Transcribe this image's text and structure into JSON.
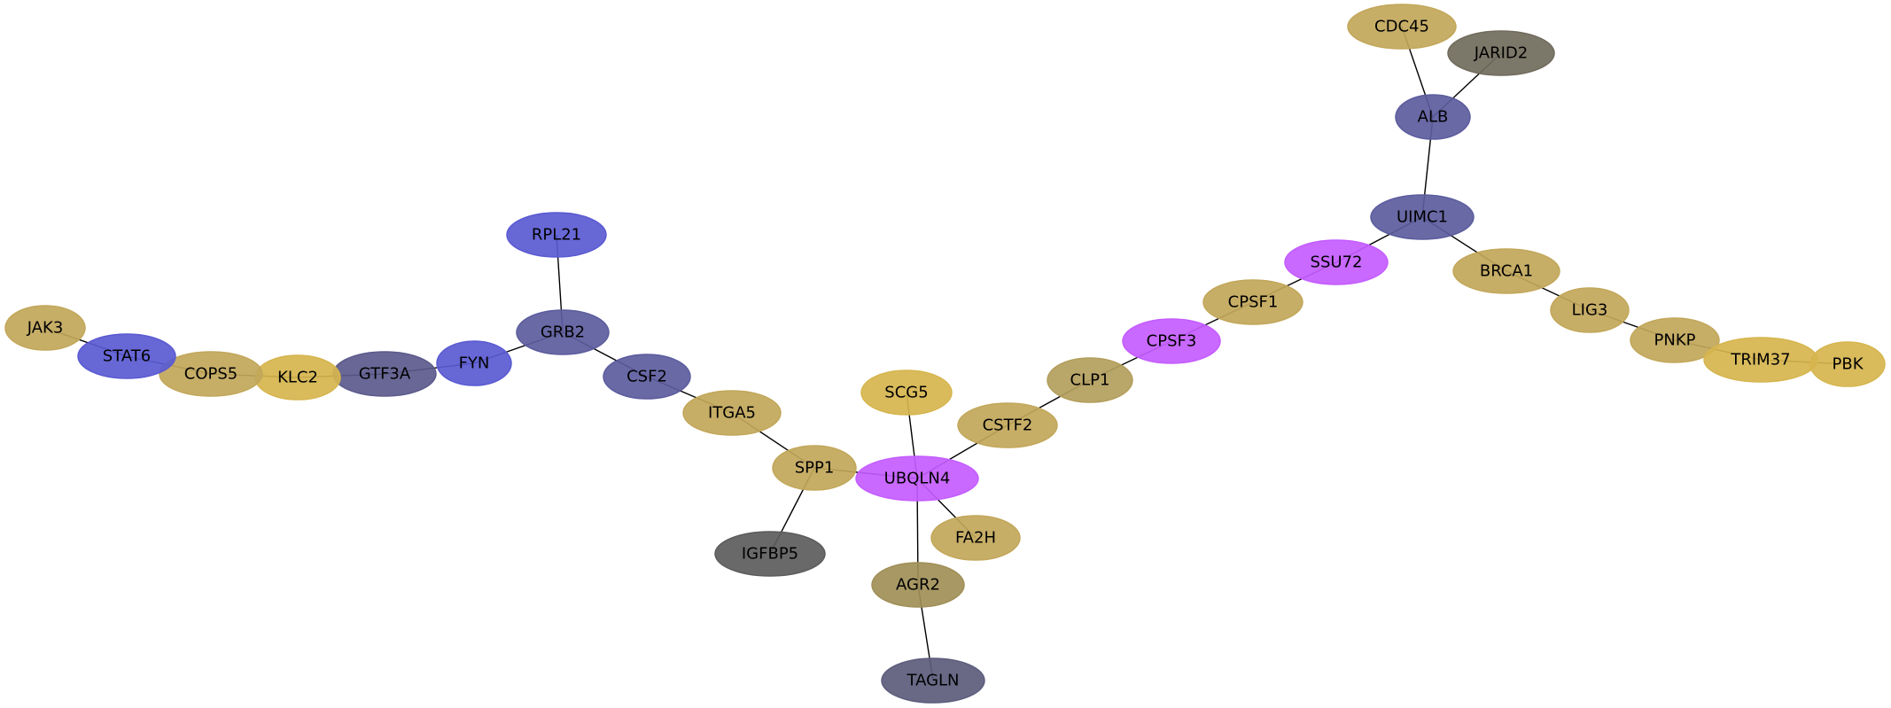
{
  "colors": {
    "tan": "#c2a75a",
    "yellow": "#d6b54e",
    "olive": "#b39e5c",
    "darkolive": "#a08f57",
    "blue": "#5a5ad2",
    "slate": "#5c5c9e",
    "gtf": "#5b5a8c",
    "magenta": "#c45cff",
    "darkgray": "#5c5c5c",
    "jarid": "#706b5c",
    "tagln": "#5c5c7c"
  },
  "nodes": [
    {
      "id": "CDC45",
      "label": "CDC45",
      "color": "tan"
    },
    {
      "id": "JARID2",
      "label": "JARID2",
      "color": "jarid"
    },
    {
      "id": "ALB",
      "label": "ALB",
      "color": "slate"
    },
    {
      "id": "UIMC1",
      "label": "UIMC1",
      "color": "slate"
    },
    {
      "id": "SSU72",
      "label": "SSU72",
      "color": "magenta"
    },
    {
      "id": "BRCA1",
      "label": "BRCA1",
      "color": "tan"
    },
    {
      "id": "CPSF1",
      "label": "CPSF1",
      "color": "tan"
    },
    {
      "id": "LIG3",
      "label": "LIG3",
      "color": "tan"
    },
    {
      "id": "PNKP",
      "label": "PNKP",
      "color": "tan"
    },
    {
      "id": "TRIM37",
      "label": "TRIM37",
      "color": "yellow"
    },
    {
      "id": "PBK",
      "label": "PBK",
      "color": "yellow"
    },
    {
      "id": "CPSF3",
      "label": "CPSF3",
      "color": "magenta"
    },
    {
      "id": "CLP1",
      "label": "CLP1",
      "color": "olive"
    },
    {
      "id": "CSTF2",
      "label": "CSTF2",
      "color": "tan"
    },
    {
      "id": "SCG5",
      "label": "SCG5",
      "color": "yellow"
    },
    {
      "id": "UBQLN4",
      "label": "UBQLN4",
      "color": "magenta"
    },
    {
      "id": "FA2H",
      "label": "FA2H",
      "color": "tan"
    },
    {
      "id": "AGR2",
      "label": "AGR2",
      "color": "darkolive"
    },
    {
      "id": "TAGLN",
      "label": "TAGLN",
      "color": "tagln"
    },
    {
      "id": "SPP1",
      "label": "SPP1",
      "color": "tan"
    },
    {
      "id": "IGFBP5",
      "label": "IGFBP5",
      "color": "darkgray"
    },
    {
      "id": "ITGA5",
      "label": "ITGA5",
      "color": "tan"
    },
    {
      "id": "CSF2",
      "label": "CSF2",
      "color": "slate"
    },
    {
      "id": "GRB2",
      "label": "GRB2",
      "color": "slate"
    },
    {
      "id": "RPL21",
      "label": "RPL21",
      "color": "blue"
    },
    {
      "id": "FYN",
      "label": "FYN",
      "color": "blue"
    },
    {
      "id": "GTF3A",
      "label": "GTF3A",
      "color": "gtf"
    },
    {
      "id": "KLC2",
      "label": "KLC2",
      "color": "yellow"
    },
    {
      "id": "COPS5",
      "label": "COPS5",
      "color": "tan"
    },
    {
      "id": "STAT6",
      "label": "STAT6",
      "color": "blue"
    },
    {
      "id": "JAK3",
      "label": "JAK3",
      "color": "tan"
    }
  ],
  "edges": [
    [
      "CDC45",
      "ALB"
    ],
    [
      "JARID2",
      "ALB"
    ],
    [
      "ALB",
      "UIMC1"
    ],
    [
      "UIMC1",
      "SSU72"
    ],
    [
      "UIMC1",
      "BRCA1"
    ],
    [
      "SSU72",
      "CPSF1"
    ],
    [
      "CPSF1",
      "CPSF3"
    ],
    [
      "CPSF3",
      "CLP1"
    ],
    [
      "CLP1",
      "CSTF2"
    ],
    [
      "CSTF2",
      "UBQLN4"
    ],
    [
      "SCG5",
      "UBQLN4"
    ],
    [
      "UBQLN4",
      "FA2H"
    ],
    [
      "UBQLN4",
      "AGR2"
    ],
    [
      "AGR2",
      "TAGLN"
    ],
    [
      "UBQLN4",
      "SPP1"
    ],
    [
      "SPP1",
      "IGFBP5"
    ],
    [
      "SPP1",
      "ITGA5"
    ],
    [
      "ITGA5",
      "CSF2"
    ],
    [
      "CSF2",
      "GRB2"
    ],
    [
      "GRB2",
      "RPL21"
    ],
    [
      "GRB2",
      "FYN"
    ],
    [
      "FYN",
      "GTF3A"
    ],
    [
      "GTF3A",
      "KLC2"
    ],
    [
      "KLC2",
      "COPS5"
    ],
    [
      "COPS5",
      "STAT6"
    ],
    [
      "STAT6",
      "JAK3"
    ],
    [
      "BRCA1",
      "LIG3"
    ],
    [
      "LIG3",
      "PNKP"
    ],
    [
      "PNKP",
      "TRIM37"
    ],
    [
      "TRIM37",
      "PBK"
    ]
  ]
}
